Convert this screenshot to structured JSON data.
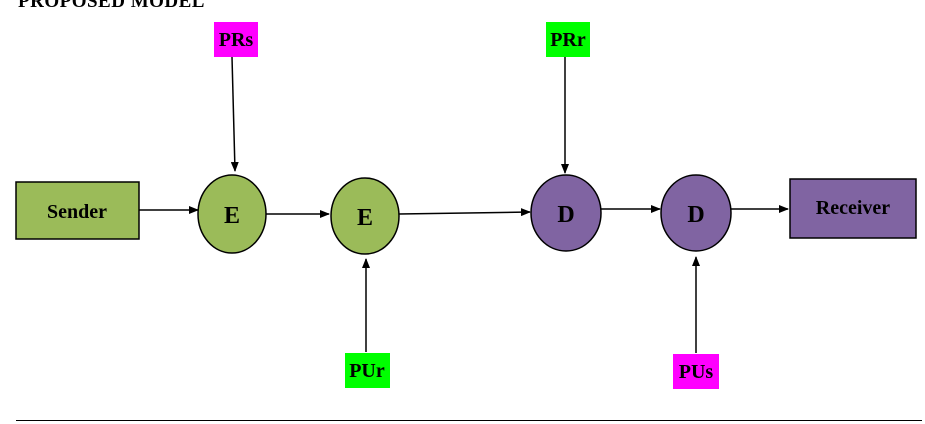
{
  "heading": "PROPOSED MODEL",
  "colors": {
    "sender_fill": "#9bbb59",
    "receiver_fill": "#8064a2",
    "encrypt_fill": "#9bbb59",
    "decrypt_fill": "#8064a2",
    "key_magenta": "#ff00ff",
    "key_green": "#00ff00"
  },
  "nodes": {
    "sender": "Sender",
    "encrypt_1": "E",
    "encrypt_2": "E",
    "decrypt_1": "D",
    "decrypt_2": "D",
    "receiver": "Receiver"
  },
  "keys": {
    "sender_private": "PRs",
    "receiver_public": "PUr",
    "receiver_private": "PRr",
    "sender_public": "PUs"
  }
}
